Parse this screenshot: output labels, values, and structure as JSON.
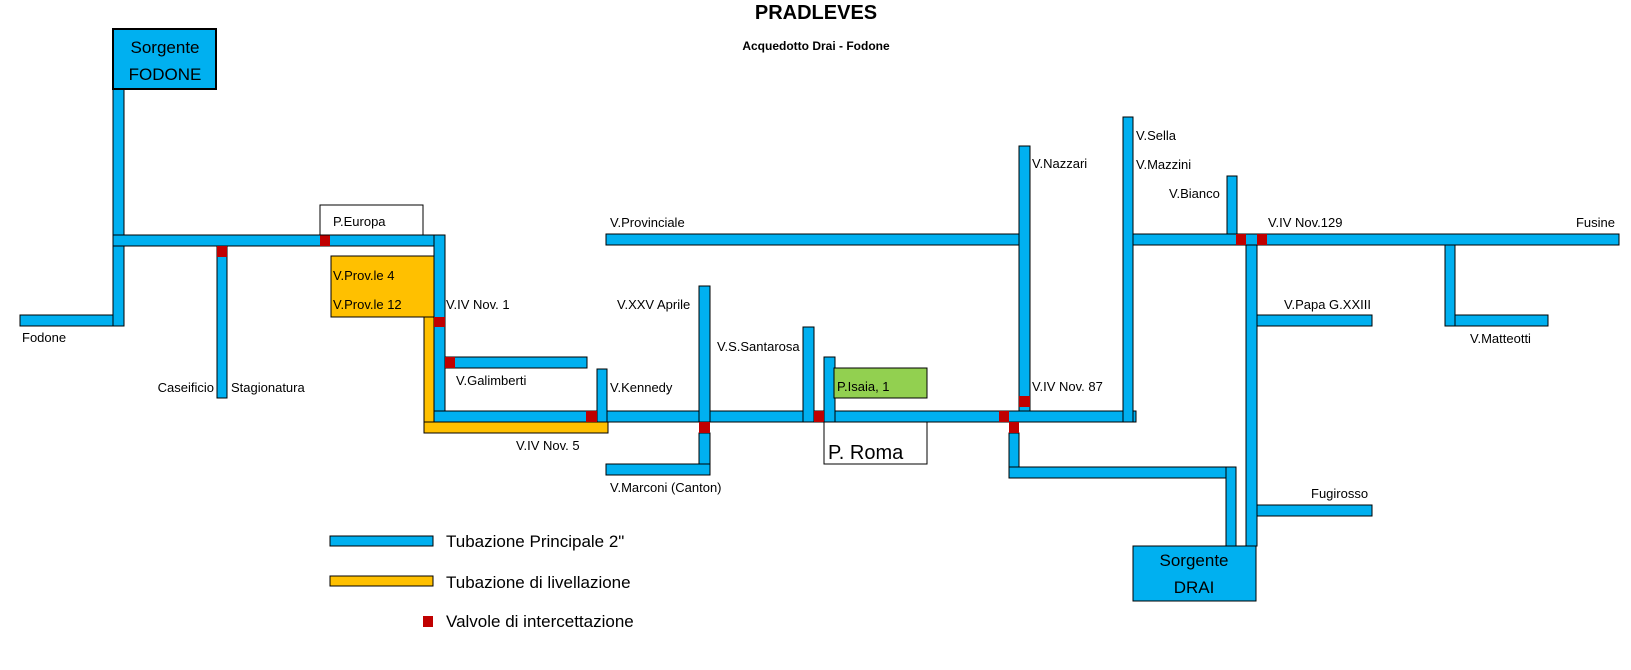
{
  "title": "PRADLEVES",
  "subtitle": "Acquedotto Drai - Fodone",
  "colors": {
    "main_pipe": "#00b0f0",
    "leveling_pipe": "#ffc000",
    "valve": "#c00000",
    "highlight_green": "#92d050",
    "outline": "#000000"
  },
  "sources": {
    "fodone": {
      "line1": "Sorgente",
      "line2": "FODONE"
    },
    "drai": {
      "line1": "Sorgente",
      "line2": "DRAI"
    }
  },
  "labels": {
    "fodone": "Fodone",
    "caseificio": "Caseificio",
    "stagionatura": "Stagionatura",
    "p_europa": "P.Europa",
    "v_provle_4": "V.Prov.le 4",
    "v_provle_12": "V.Prov.le 12",
    "v_iv_nov_1": "V.IV Nov. 1",
    "v_galimberti": "V.Galimberti",
    "v_iv_nov_5": "V.IV Nov. 5",
    "v_provinciale": "V.Provinciale",
    "v_xxv_aprile": "V.XXV Aprile",
    "v_kennedy": "V.Kennedy",
    "v_marconi": "V.Marconi (Canton)",
    "v_s_santarosa": "V.S.Santarosa",
    "p_isaia": "P.Isaia, 1",
    "p_roma": "P. Roma",
    "v_nazzari": "V.Nazzari",
    "v_iv_nov_87": "V.IV Nov. 87",
    "v_sella": "V.Sella",
    "v_mazzini": "V.Mazzini",
    "v_bianco": "V.Bianco",
    "v_iv_nov_129": "V.IV Nov.129",
    "fusine": "Fusine",
    "v_papa": "V.Papa G.XXIII",
    "v_matteotti": "V.Matteotti",
    "fugirosso": "Fugirosso"
  },
  "legend": {
    "main_pipe": "Tubazione Principale 2\"",
    "leveling_pipe": "Tubazione di livellazione",
    "valves": "Valvole di intercettazione"
  }
}
